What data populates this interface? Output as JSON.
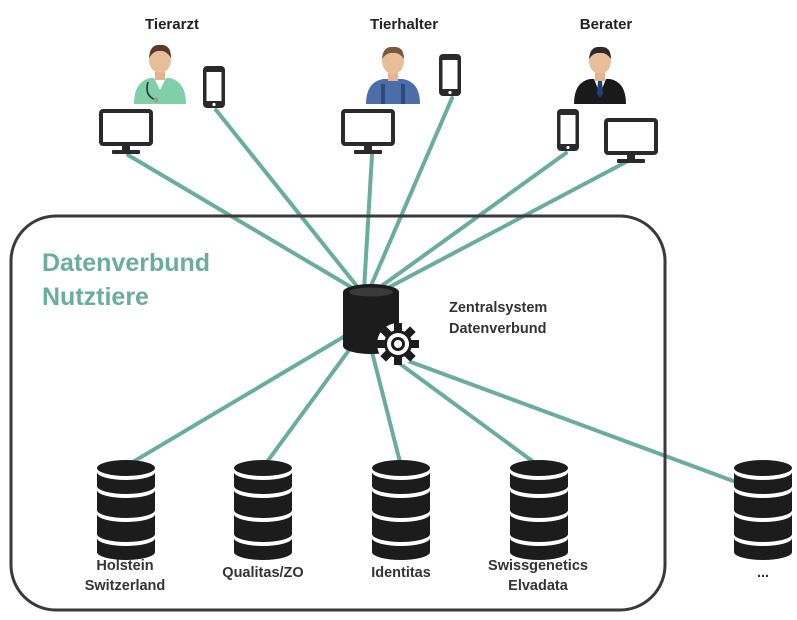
{
  "colors": {
    "link": "#6aad9a",
    "title": "#6aad9a",
    "frame": "#3a3a3a",
    "device": "#2a2a2a",
    "doctor_coat": "#7fcfa8",
    "farmer_shirt": "#4a6fa8",
    "advisor_suit": "#1a1a1a"
  },
  "roles": [
    {
      "name": "Tierarzt",
      "icon": "veterinarian-icon"
    },
    {
      "name": "Tierhalter",
      "icon": "farmer-icon"
    },
    {
      "name": "Berater",
      "icon": "advisor-icon"
    }
  ],
  "devices": [
    "desktop-monitor-icon",
    "smartphone-icon"
  ],
  "network": {
    "title_line1": "Datenverbund",
    "title_line2": "Nutztiere",
    "central_line1": "Zentralsystem",
    "central_line2": "Datenverbund",
    "central_icon": "database-gear-icon"
  },
  "databases": [
    {
      "line1": "Holstein",
      "line2": "Switzerland"
    },
    {
      "line1": "Qualitas/ZO",
      "line2": ""
    },
    {
      "line1": "Identitas",
      "line2": ""
    },
    {
      "line1": "Swissgenetics",
      "line2": "Elvadata"
    },
    {
      "line1": "...",
      "line2": ""
    }
  ]
}
